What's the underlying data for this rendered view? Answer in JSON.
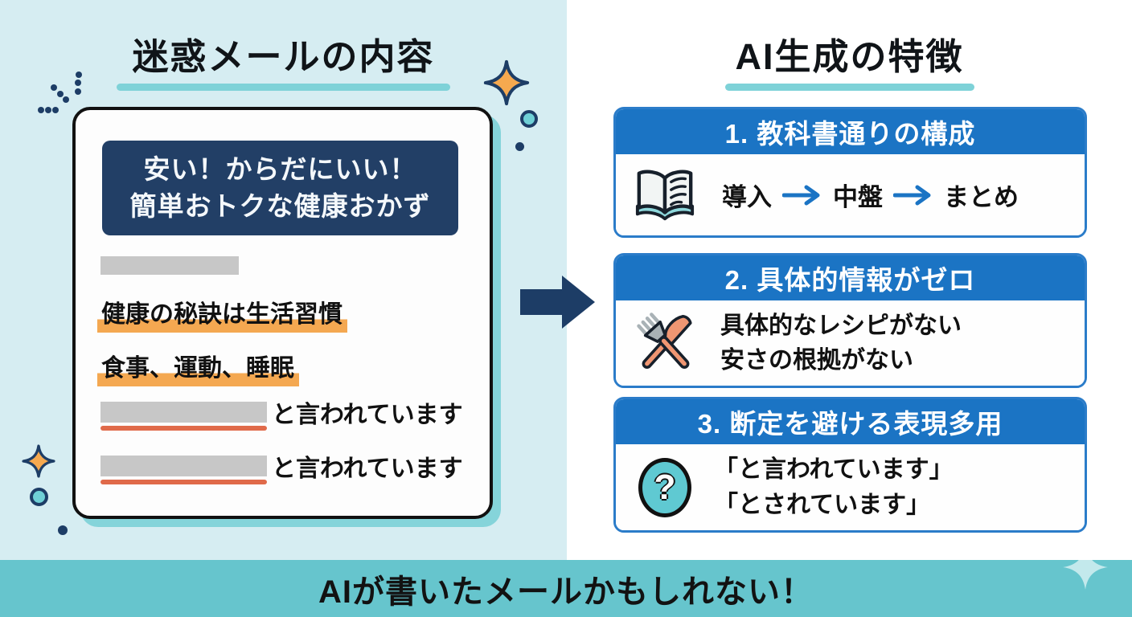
{
  "left_panel": {
    "title": "迷惑メールの内容",
    "email_card": {
      "subject_line1": "安い！からだにいい！",
      "subject_line2": "簡単おトクな健康おかず",
      "highlighted_phrase1": "健康の秘訣は生活習慣",
      "highlighted_phrase2": "食事、運動、睡眠",
      "vague_phrase1": "と言われています",
      "vague_phrase2": "と言われています"
    }
  },
  "right_panel": {
    "title": "AI生成の特徴",
    "boxes": [
      {
        "title": "1. 教科書通りの構成",
        "icon": "open-book-icon",
        "steps": [
          "導入",
          "中盤",
          "まとめ"
        ]
      },
      {
        "title": "2. 具体的情報がゼロ",
        "icon": "knife-fork-icon",
        "lines": [
          "具体的なレシピがない",
          "安さの根拠がない"
        ]
      },
      {
        "title": "3. 断定を避ける表現多用",
        "icon": "question-mark-icon",
        "glyph": "?",
        "lines": [
          "「と言われています」",
          "「とされています」"
        ]
      }
    ]
  },
  "footer": {
    "message": "AIが書いたメールかもしれない！"
  },
  "colors": {
    "left_bg": "#d6edf2",
    "right_bg": "#ffffff",
    "accent_teal": "#7ed2d8",
    "footer_teal": "#66c5cd",
    "navy": "#223f66",
    "header_blue": "#1b74c4",
    "box_border_blue": "#2b7cc9",
    "highlight_orange": "#f4a851",
    "underline_orange": "#e06a4a",
    "placeholder_gray": "#c7c7c7",
    "sparkle_orange": "#f6a94f"
  }
}
